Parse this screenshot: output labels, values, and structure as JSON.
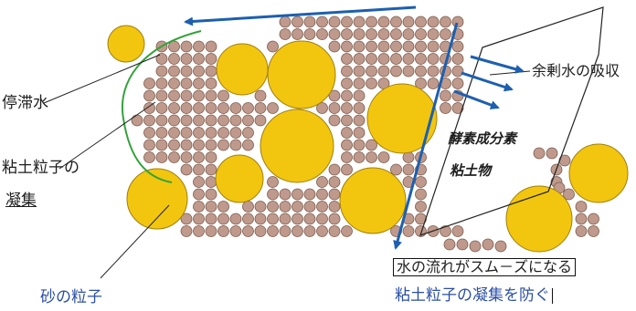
{
  "labels": {
    "stagnant_water": "停滞水",
    "clay_particles": "粘土粒子の",
    "aggregation": "凝集",
    "sand_particles": "砂の粒子",
    "excess_water": "余剰水の吸収",
    "smooth_flow": "水の流れがスム－ズになる",
    "prevent_aggregation": "粘土粒子の凝集を防ぐ",
    "material_line1": "酵素成分素",
    "material_line2": "粘土物"
  },
  "colors": {
    "sand": "#f2c60f",
    "sand_edge": "#a07f10",
    "clay": "#bf9a8c",
    "clay_edge": "#7a5a4c",
    "arrow": "#1d5fb0",
    "boundary": "#33a33a",
    "line": "#222222"
  }
}
